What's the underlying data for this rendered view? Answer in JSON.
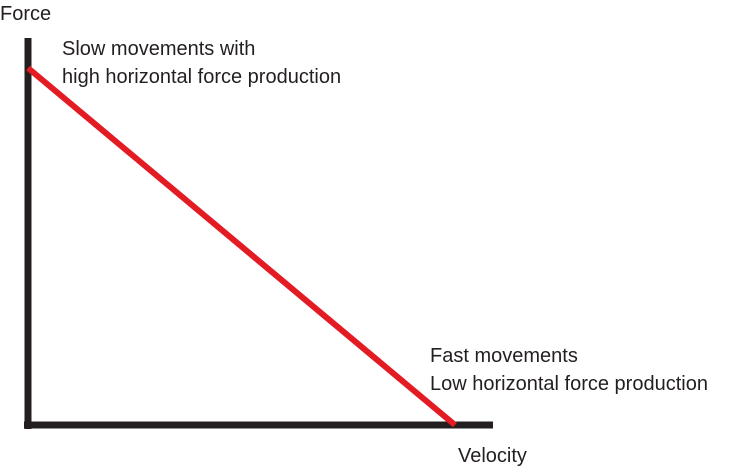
{
  "chart_data": {
    "type": "line",
    "title": "",
    "xlabel": "Velocity",
    "ylabel": "Force",
    "x": [
      0,
      1
    ],
    "series": [
      {
        "values": [
          1,
          0
        ]
      }
    ],
    "xlim": [
      0,
      1
    ],
    "ylim": [
      0,
      1
    ],
    "grid": false,
    "annotations": [
      {
        "lines": [
          "Slow movements with",
          "high horizontal force production"
        ]
      },
      {
        "lines": [
          "Fast movements",
          "Low horizontal force production"
        ]
      }
    ],
    "colors": {
      "axis": "#231f20",
      "line": "#e31b23"
    }
  }
}
